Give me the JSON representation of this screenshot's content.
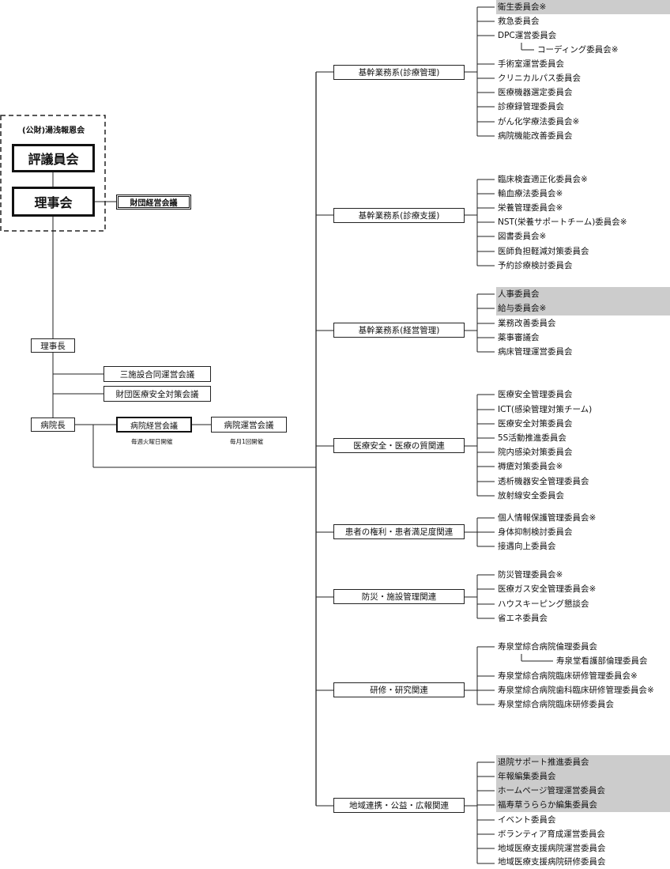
{
  "org_title": "(公財)湯浅報恩会",
  "council": "評議員会",
  "board": "理事会",
  "foundation_meeting": "財団経営会議",
  "chairman": "理事長",
  "three_facilities_council": "三施設合同運営会議",
  "foundation_safety_council": "財団医療安全対策会議",
  "director": "病院長",
  "hospital_management_meeting": "病院経営会議",
  "hospital_management_note": "毎週火曜日開催",
  "hospital_operation_meeting": "病院運営会議",
  "hospital_operation_note": "毎月1回開催",
  "categories": [
    {
      "label": "基幹業務系(診療管理)",
      "items": [
        {
          "text": "衛生委員会※",
          "highlight": true
        },
        {
          "text": "救急委員会"
        },
        {
          "text": "DPC運営委員会"
        },
        {
          "text": "コーディング委員会※",
          "sub": true
        },
        {
          "text": "手術室運営委員会"
        },
        {
          "text": "クリニカルパス委員会"
        },
        {
          "text": "医療機器選定委員会"
        },
        {
          "text": "診療録管理委員会"
        },
        {
          "text": "がん化学療法委員会※"
        },
        {
          "text": "病院機能改善委員会"
        }
      ]
    },
    {
      "label": "基幹業務系(診療支援)",
      "items": [
        {
          "text": "臨床検査適正化委員会※"
        },
        {
          "text": "輸血療法委員会※"
        },
        {
          "text": "栄養管理委員会※"
        },
        {
          "text": "NST(栄養サポートチーム)委員会※"
        },
        {
          "text": "図書委員会※"
        },
        {
          "text": "医師負担軽減対策委員会"
        },
        {
          "text": "予約診療検討委員会"
        }
      ]
    },
    {
      "label": "基幹業務系(経営管理)",
      "items": [
        {
          "text": "人事委員会",
          "highlight": true
        },
        {
          "text": "給与委員会※",
          "highlight": true
        },
        {
          "text": "業務改善委員会"
        },
        {
          "text": "薬事審議会"
        },
        {
          "text": "病床管理運営委員会"
        }
      ]
    },
    {
      "label": "医療安全・医療の質関連",
      "items": [
        {
          "text": "医療安全管理委員会"
        },
        {
          "text": "ICT(感染管理対策チーム)"
        },
        {
          "text": "医療安全対策委員会"
        },
        {
          "text": "5S活動推進委員会"
        },
        {
          "text": "院内感染対策委員会"
        },
        {
          "text": "褥瘡対策委員会※"
        },
        {
          "text": "透析機器安全管理委員会"
        },
        {
          "text": "放射線安全委員会"
        }
      ]
    },
    {
      "label": "患者の権利・患者満足度関連",
      "items": [
        {
          "text": "個人情報保護管理委員会※"
        },
        {
          "text": "身体抑制検討委員会"
        },
        {
          "text": "接遇向上委員会"
        }
      ]
    },
    {
      "label": "防災・施設管理関連",
      "items": [
        {
          "text": "防災管理委員会※"
        },
        {
          "text": "医療ガス安全管理委員会※"
        },
        {
          "text": "ハウスキーピング懇談会"
        },
        {
          "text": "省エネ委員会"
        }
      ]
    },
    {
      "label": "研修・研究関連",
      "items": [
        {
          "text": "寿泉堂綜合病院倫理委員会"
        },
        {
          "text": "寿泉堂看護部倫理委員会",
          "sub": true
        },
        {
          "text": "寿泉堂綜合病院臨床研修管理委員会※"
        },
        {
          "text": "寿泉堂綜合病院歯科臨床研修管理委員会※"
        },
        {
          "text": "寿泉堂綜合病院臨床研修委員会"
        }
      ]
    },
    {
      "label": "地域連携・公益・広報関連",
      "items": [
        {
          "text": "退院サポート推進委員会",
          "highlight": true
        },
        {
          "text": "年報編集委員会",
          "highlight": true
        },
        {
          "text": "ホームページ管理運営委員会",
          "highlight": true
        },
        {
          "text": "福寿草うららか編集委員会",
          "highlight": true
        },
        {
          "text": "イベント委員会"
        },
        {
          "text": "ボランティア育成運営委員会"
        },
        {
          "text": "地域医療支援病院運営委員会"
        },
        {
          "text": "地域医療支援病院研修委員会"
        }
      ]
    }
  ]
}
